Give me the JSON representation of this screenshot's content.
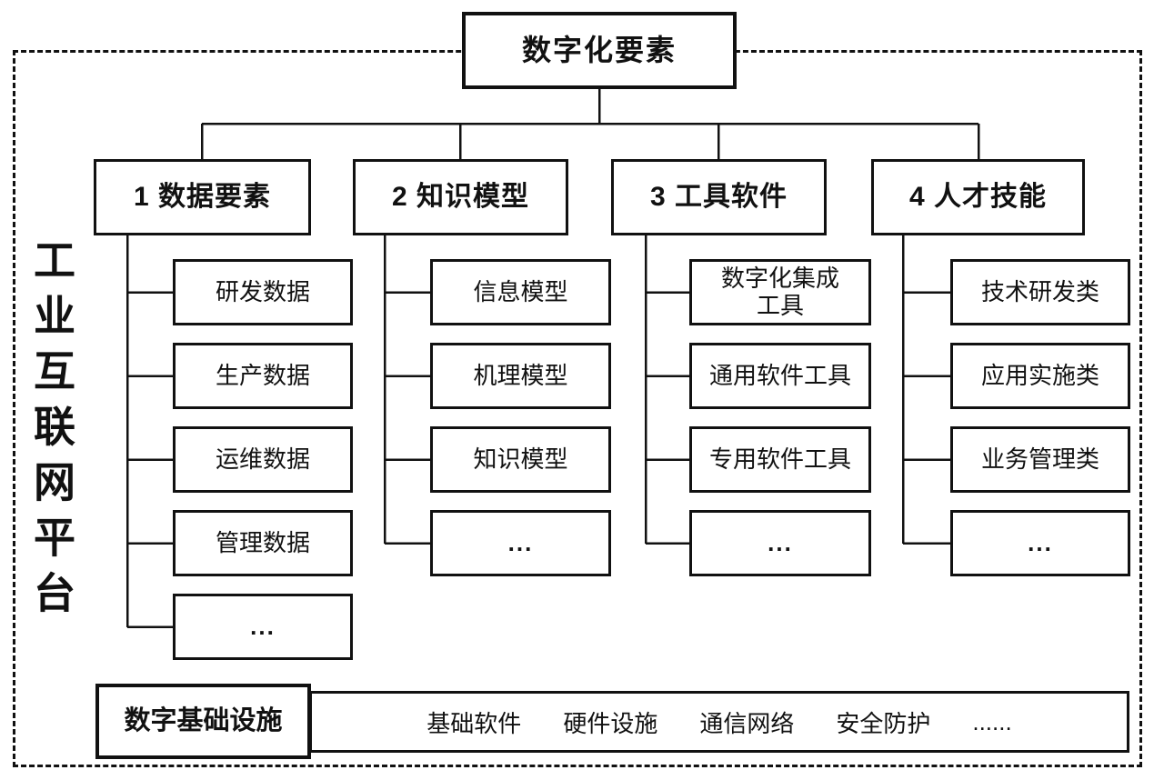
{
  "diagram": {
    "root_label": "数字化要素",
    "platform_label": "工业互联网平台",
    "columns": [
      {
        "label": "1 数据要素",
        "children": [
          "研发数据",
          "生产数据",
          "运维数据",
          "管理数据",
          "..."
        ]
      },
      {
        "label": "2 知识模型",
        "children": [
          "信息模型",
          "机理模型",
          "知识模型",
          "..."
        ]
      },
      {
        "label": "3 工具软件",
        "children": [
          "数字化集成\n工具",
          "通用软件工具",
          "专用软件工具",
          "..."
        ]
      },
      {
        "label": "4 人才技能",
        "children": [
          "技术研发类",
          "应用实施类",
          "业务管理类",
          "..."
        ]
      }
    ],
    "infrastructure": {
      "label": "数字基础设施",
      "items": [
        "基础软件",
        "硬件设施",
        "通信网络",
        "安全防护",
        "......"
      ]
    },
    "colors": {
      "line": "#111111",
      "background": "#ffffff"
    }
  }
}
